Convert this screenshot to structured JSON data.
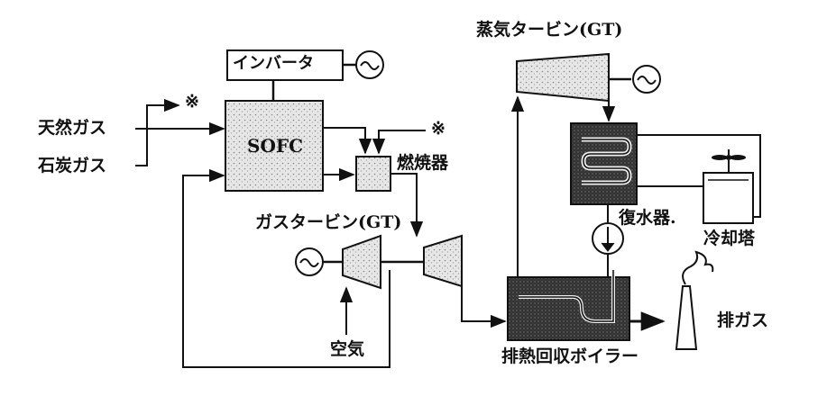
{
  "labels": {
    "inverter": "インバータ",
    "sofc": "SOFC",
    "natural_gas": "天然ガス",
    "coal_gas": "石炭ガス",
    "note_mark_1": "※",
    "note_mark_2": "※",
    "combustor": "燃焼器",
    "gas_turbine": "ガスタービン(GT)",
    "air": "空気",
    "steam_turbine": "蒸気タービン(GT)",
    "condenser": "復水器.",
    "cooling_tower": "冷却塔",
    "hrsg": "排熱回収ボイラー",
    "exhaust_gas": "排ガス"
  },
  "icons": {
    "generator": "tilde-circle",
    "pump": "down-arrow-circle",
    "chimney": "smokestack"
  }
}
